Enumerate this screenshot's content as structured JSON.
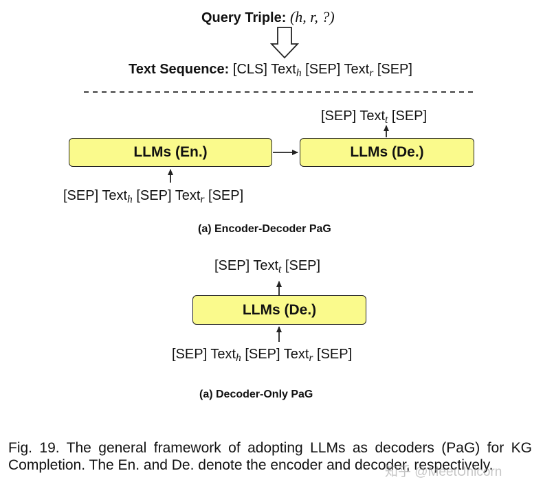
{
  "header": {
    "query_label": "Query Triple:",
    "query_value": "(h, r, ?)",
    "seq_label": "Text Sequence:",
    "seq_cls": "[CLS] Text",
    "seq_sub_h": "h",
    "seq_sep1": " [SEP] Text",
    "seq_sub_r": "r",
    "seq_sep2": " [SEP]"
  },
  "encoder_decoder": {
    "encoder_label": "LLMs (En.)",
    "decoder_label": "LLMs (De.)",
    "output_prefix": "[SEP] Text",
    "output_sub": "t",
    "output_suffix": " [SEP]",
    "input_prefix": "[SEP] Text",
    "input_sub_h": "h",
    "input_mid": " [SEP] Text",
    "input_sub_r": "r",
    "input_suffix": " [SEP]",
    "caption": "(a) Encoder-Decoder PaG"
  },
  "decoder_only": {
    "decoder_label": "LLMs (De.)",
    "output_prefix": "[SEP] Text",
    "output_sub": "t",
    "output_suffix": " [SEP]",
    "input_prefix": "[SEP] Text",
    "input_sub_h": "h",
    "input_mid": " [SEP] Text",
    "input_sub_r": "r",
    "input_suffix": " [SEP]",
    "caption": "(a) Decoder-Only PaG"
  },
  "figure_caption": "Fig. 19. The general framework of adopting LLMs as decoders (PaG) for KG Completion. The En. and De. denote the encoder and decoder, respectively.",
  "watermark": "知乎 @MeetUnicorn",
  "colors": {
    "box_fill": "#fafa8c",
    "stroke": "#222222"
  }
}
